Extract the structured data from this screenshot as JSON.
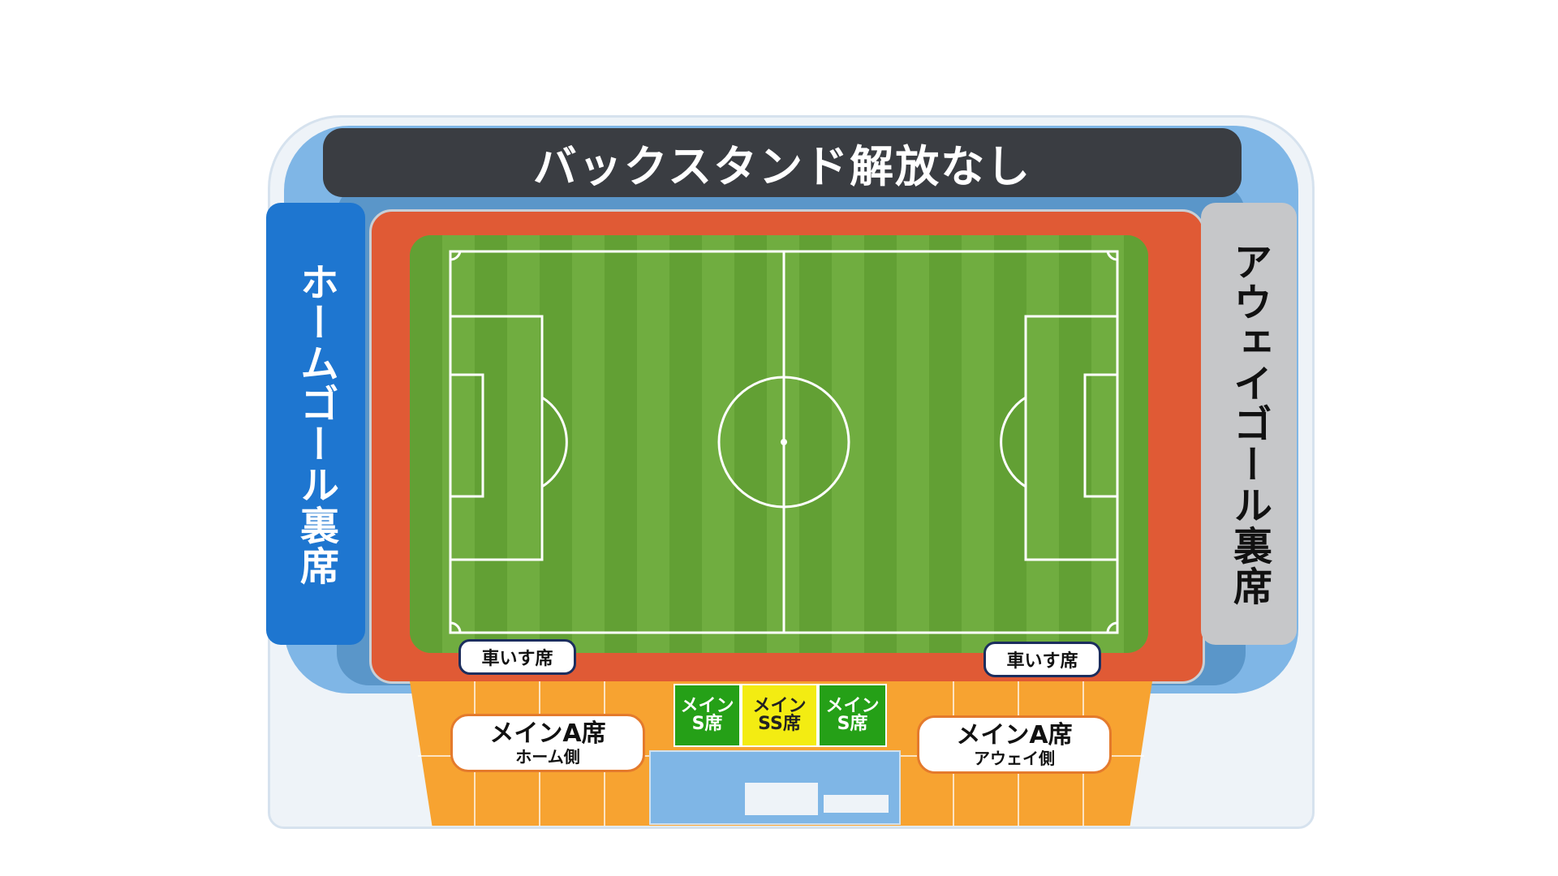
{
  "back_stand": {
    "label": "バックスタンド解放なし",
    "color": "#3a3d42"
  },
  "home_goal": {
    "label": "ホームゴール裏席",
    "color": "#1e76d0"
  },
  "away_goal": {
    "label": "アウェイゴール裏席",
    "color": "#c6c7c9"
  },
  "wheelchair": {
    "left": "車いす席",
    "right": "車いす席"
  },
  "main_a_home": {
    "title": "メインA席",
    "sub": "ホーム側"
  },
  "main_a_away": {
    "title": "メインA席",
    "sub": "アウェイ側"
  },
  "main_s_left": {
    "line1": "メイン",
    "line2": "S席"
  },
  "main_ss": {
    "line1": "メイン",
    "line2": "SS席"
  },
  "main_s_right": {
    "line1": "メイン",
    "line2": "S席"
  },
  "colors": {
    "track": "#e05a35",
    "pitch": "#6aa63a",
    "stand_blue": "#7fb6e6",
    "seat_orange": "#f7a331",
    "seat_green": "#25a017",
    "seat_yellow": "#f3ec12"
  }
}
